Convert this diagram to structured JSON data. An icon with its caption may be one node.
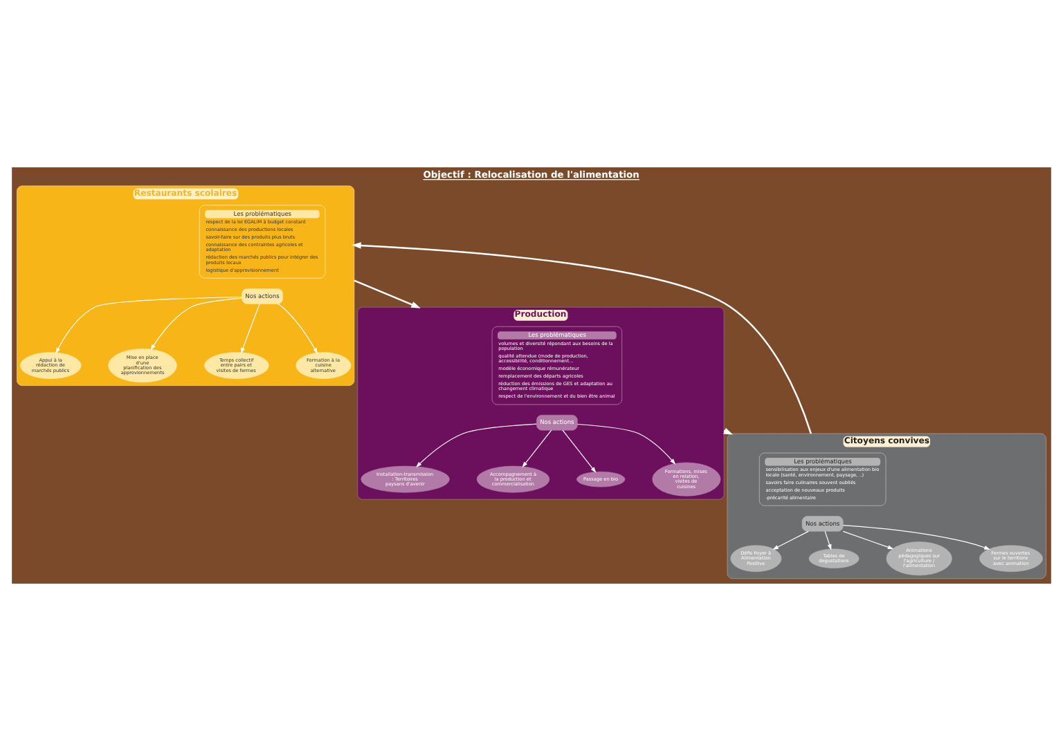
{
  "diagram": {
    "title": "Objectif : Relocalisation de l'alimentation",
    "nodes": [
      {
        "text": [
          "Restaurants scolaires"
        ]
      },
      {
        "text": [
          "Les problématiques",
          "respect de la loi EGALIM à budget constant",
          "connaissance des productions locales",
          "savoir-faire sur des produits plus bruts",
          "connaissance des contraintes agricoles et adaptation",
          "rédaction des marchés publics pour intégrer des produits locaux",
          "logistique d'approvisionnement"
        ],
        "in": 0
      },
      {
        "text": [
          "Nos actions"
        ],
        "in": 0
      },
      {
        "text": [
          "Appui à la rédaction de marchés publics"
        ],
        "in": 0
      },
      {
        "text": [
          "Mise en place d'une planification des approvionnements"
        ],
        "in": 0
      },
      {
        "text": [
          "Temps collectif entre pairs et visites de fermes"
        ],
        "in": 0
      },
      {
        "text": [
          "Formation à la cuisine alternative"
        ],
        "in": 0
      },
      {
        "text": [
          "Production"
        ]
      },
      {
        "text": [
          "Les problématiques",
          "volumes et diversité répondant aux besoins de la population",
          "qualité attendue (mode de production, accessibilité, conditionnement...",
          "modèle économique rémunérateur",
          "remplacement des départs agricoles",
          "réduction des émissions de GES et adaptation au changement climatique",
          "respect de l'environnement et du bien être animal"
        ],
        "in": 7
      },
      {
        "text": [
          "Nos actions"
        ],
        "in": 7
      },
      {
        "text": [
          "Installation-transmission : Territoires paysans d'avenir"
        ],
        "in": 7
      },
      {
        "text": [
          "Accompagnement à la production et commercialisation"
        ],
        "in": 7
      },
      {
        "text": [
          "Passage en bio"
        ],
        "in": 7
      },
      {
        "text": [
          "Formations, mises en relation, visites de cuisines"
        ],
        "in": 7
      },
      {
        "text": [
          "Citoyens convives"
        ]
      },
      {
        "text": [
          "Les problématiques",
          "sensibilisation aux enjeux d'une alimentation bio locale (santé, environnement, paysage, ..)",
          "savoirs faire culinaires souvent oubliés",
          "acceptation de nouveaux produits",
          "-précarité alimentaire"
        ],
        "in": 14
      },
      {
        "text": [
          "Nos actions"
        ],
        "in": 14
      },
      {
        "text": [
          "Défis Foyer à Alimentation Positive"
        ],
        "in": 14
      },
      {
        "text": [
          "Tables de degustations"
        ],
        "in": 14
      },
      {
        "text": [
          "Animations pédagogiques sur l'agriculture / l'alimentation"
        ],
        "in": 14
      },
      {
        "text": [
          "Fermes ouvertes sur le territoire avec animation"
        ],
        "in": 14
      }
    ],
    "edges": [
      {
        "from": 2,
        "to": 3,
        "arrow": "to"
      },
      {
        "from": 2,
        "to": 4,
        "arrow": "to"
      },
      {
        "from": 2,
        "to": 5,
        "arrow": "to"
      },
      {
        "from": 2,
        "to": 6,
        "arrow": "to"
      },
      {
        "from": 9,
        "to": 10,
        "arrow": "to"
      },
      {
        "from": 9,
        "to": 11,
        "arrow": "to"
      },
      {
        "from": 9,
        "to": 12,
        "arrow": "to"
      },
      {
        "from": 9,
        "to": 13,
        "arrow": "to"
      },
      {
        "from": 16,
        "to": 17,
        "arrow": "to"
      },
      {
        "from": 16,
        "to": 18,
        "arrow": "to"
      },
      {
        "from": 16,
        "to": 19,
        "arrow": "to"
      },
      {
        "from": 16,
        "to": 20,
        "arrow": "to"
      },
      {
        "from": 0,
        "to": 7,
        "arrow": "to"
      },
      {
        "from": 7,
        "to": 14,
        "arrow": "to"
      },
      {
        "from": 14,
        "to": 0,
        "arrow": "to"
      }
    ]
  }
}
